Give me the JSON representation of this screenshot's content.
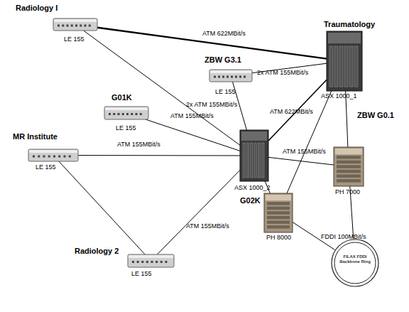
{
  "diagram": {
    "nodes": [
      {
        "text": [
          "Radiology I",
          "LE 155"
        ]
      },
      {
        "text": [
          "Traumatology",
          "ASX 1000_1"
        ]
      },
      {
        "text": [
          "ZBW G3.1",
          "LE 155"
        ]
      },
      {
        "text": [
          "G01K",
          "LE 155"
        ]
      },
      {
        "text": [
          "MR Institute",
          "LE 155"
        ]
      },
      {
        "text": [
          "ASX 1000_2"
        ]
      },
      {
        "text": [
          "ZBW G0.1",
          "PH 7000"
        ]
      },
      {
        "text": [
          "G02K",
          "PH 8000"
        ]
      },
      {
        "text": [
          "Radiology 2",
          "LE 155"
        ]
      },
      {
        "text": [
          "FILAX FDDI Backbone Ring"
        ]
      }
    ],
    "edges": [
      {
        "from": 0,
        "to": 1,
        "label": "ATM 622MBit/s",
        "arrow": "none"
      },
      {
        "from": 0,
        "to": 5,
        "arrow": "none"
      },
      {
        "from": 2,
        "to": 1,
        "label": "2x ATM 155MBit/s",
        "arrow": "none"
      },
      {
        "from": 2,
        "to": 5,
        "label": "2x ATM 155MBit/s",
        "arrow": "none"
      },
      {
        "from": 3,
        "to": 5,
        "label": "ATM 155MBit/s",
        "arrow": "none"
      },
      {
        "from": 4,
        "to": 5,
        "label": "ATM 155MBit/s",
        "arrow": "none"
      },
      {
        "from": 4,
        "to": 8,
        "arrow": "none"
      },
      {
        "from": 8,
        "to": 5,
        "label": "ATM 155MBit/s",
        "arrow": "none"
      },
      {
        "from": 5,
        "to": 1,
        "label": "ATM 622MBit/s",
        "arrow": "none"
      },
      {
        "from": 5,
        "to": 6,
        "label": "ATM 155MBit/s",
        "arrow": "none"
      },
      {
        "from": 5,
        "to": 7,
        "arrow": "none"
      },
      {
        "from": 1,
        "to": 6,
        "arrow": "none"
      },
      {
        "from": 1,
        "to": 7,
        "arrow": "none"
      },
      {
        "from": 6,
        "to": 9,
        "label": "FDDI 100MBit/s",
        "arrow": "none"
      },
      {
        "from": 7,
        "to": 9,
        "arrow": "none"
      }
    ]
  }
}
